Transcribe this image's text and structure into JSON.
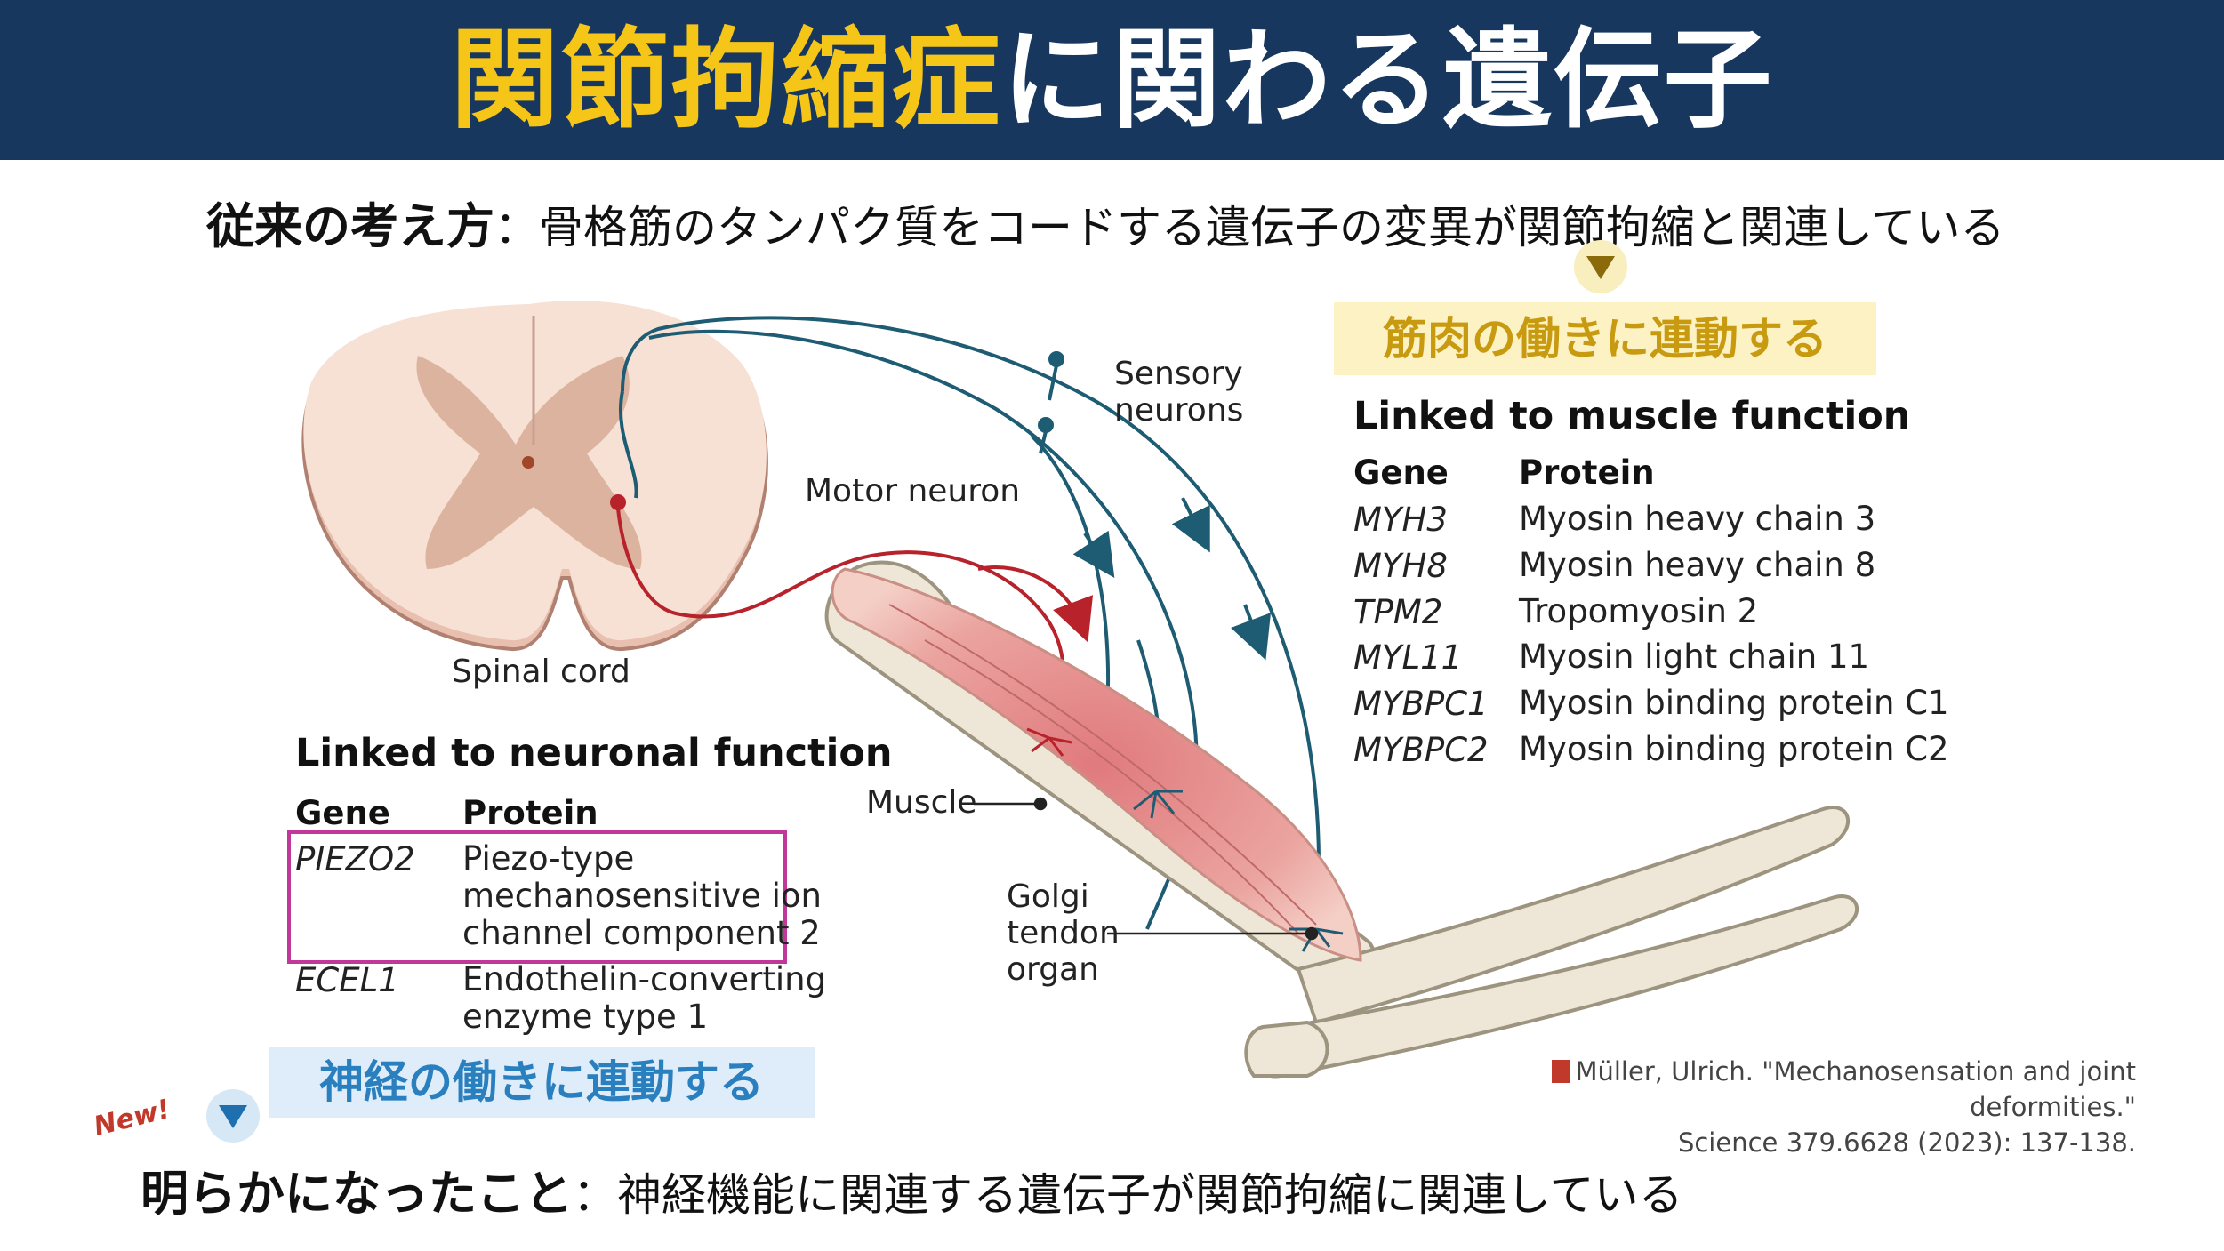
{
  "header": {
    "title_highlight": "関節拘縮症",
    "title_rest": "に関わる遺伝子"
  },
  "conventional": {
    "label": "従来の考え方",
    "text": "：骨格筋のタンパク質をコードする遺伝子の変異が関節拘縮と関連している"
  },
  "finding": {
    "label": "明らかになったこと",
    "text": "：神経機能に関連する遺伝子が関節拘縮に関連している",
    "new_badge": "New!"
  },
  "banners": {
    "muscle": "筋肉の働きに連動する",
    "neuro": "神経の働きに連動する"
  },
  "diagram_labels": {
    "spinal_cord": "Spinal cord",
    "motor_neuron": "Motor neuron",
    "sensory": [
      "Sensory",
      "neurons"
    ],
    "muscle": "Muscle",
    "golgi": [
      "Golgi",
      "tendon",
      "organ"
    ]
  },
  "muscle_table": {
    "title": "Linked to muscle function",
    "col_gene": "Gene",
    "col_protein": "Protein",
    "rows": [
      {
        "gene": "MYH3",
        "protein": "Myosin heavy chain 3"
      },
      {
        "gene": "MYH8",
        "protein": "Myosin heavy chain 8"
      },
      {
        "gene": "TPM2",
        "protein": "Tropomyosin 2"
      },
      {
        "gene": "MYL11",
        "protein": "Myosin light chain 11"
      },
      {
        "gene": "MYBPC1",
        "protein": "Myosin binding protein C1"
      },
      {
        "gene": "MYBPC2",
        "protein": "Myosin binding protein C2"
      }
    ]
  },
  "neuro_table": {
    "title": "Linked to neuronal function",
    "col_gene": "Gene",
    "col_protein": "Protein",
    "rows": [
      {
        "gene": "PIEZO2",
        "protein": [
          "Piezo-type",
          "mechanosensitive ion",
          "channel component 2"
        ]
      },
      {
        "gene": "ECEL1",
        "protein": [
          "Endothelin-converting",
          "enzyme type 1"
        ]
      }
    ]
  },
  "citation": {
    "line1": "Müller, Ulrich. \"Mechanosensation and joint deformities.\"",
    "line2": "Science 379.6628 (2023): 137-138."
  },
  "colors": {
    "header_bg": "#17375e",
    "title_highlight": "#f5c518",
    "sensory_neuron": "#1d5c72",
    "motor_neuron": "#b8232b",
    "highlight_box": "#c2379a"
  }
}
